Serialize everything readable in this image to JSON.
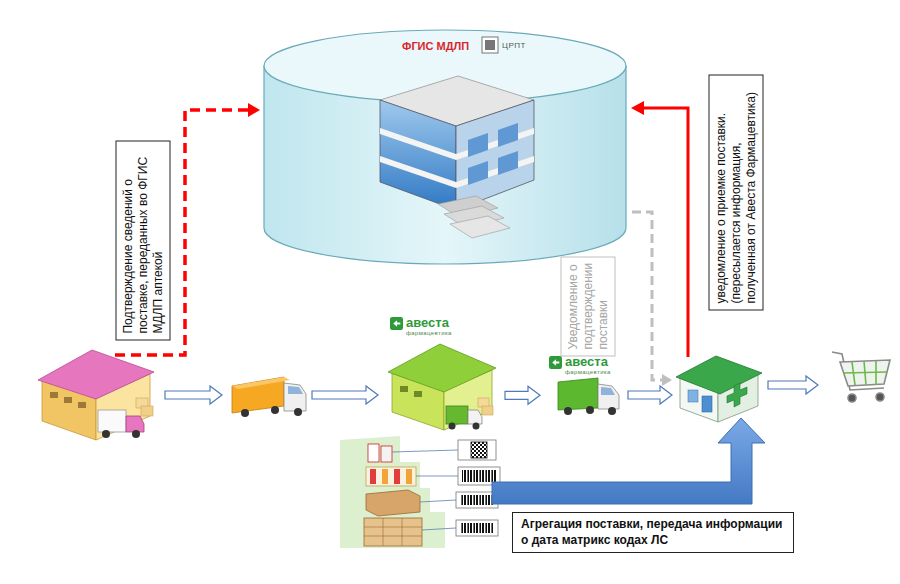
{
  "diagram": {
    "nodes": [
      {
        "text": [
          "ФГИС МДЛП",
          "ЦРПТ"
        ]
      },
      {
        "text": [
          "Подтверждение сведений о поставке, переданных во ФГИС МДЛП аптекой"
        ]
      },
      {
        "text": [
          "Уведомление о подтверждении поставки"
        ]
      },
      {
        "text": [
          "уведомление о приемке поставки. (пересылается информация, полученная от Авеста Фармацевтика)"
        ]
      },
      {
        "text": [
          "авеста",
          "фармацевтика"
        ]
      },
      {
        "text": [
          "авеста",
          "фармацевтика"
        ]
      },
      {
        "text": [
          "Агрегация поставки, передача информации о дата матрикс кодах ЛС"
        ]
      }
    ],
    "edges": [
      {
        "from": 4,
        "to": 5,
        "arrow": "to"
      }
    ]
  }
}
